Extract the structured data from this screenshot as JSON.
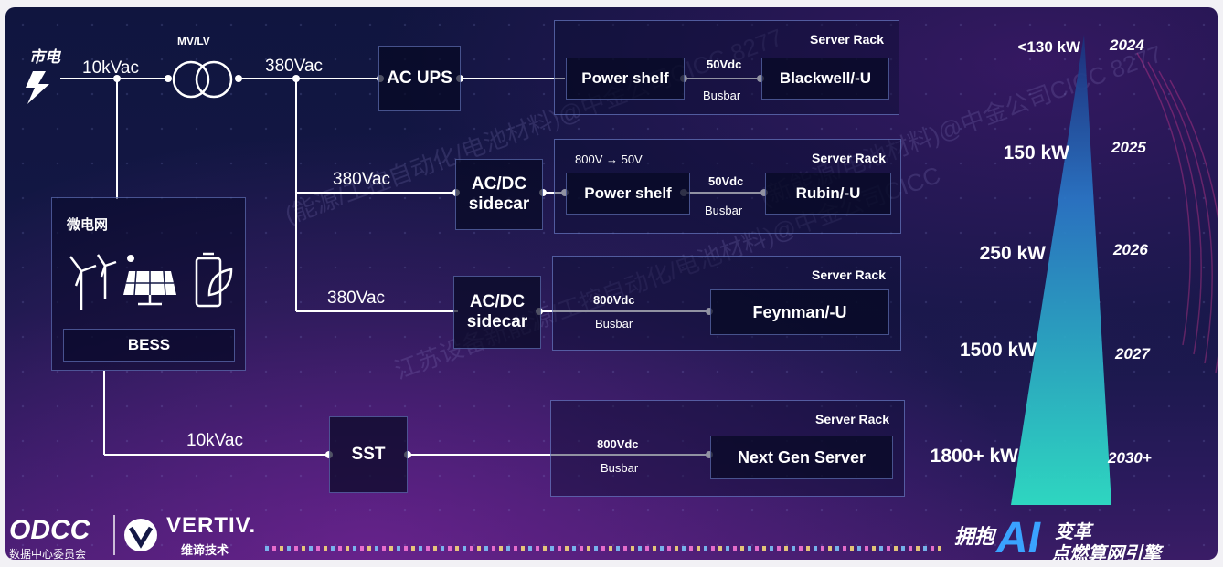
{
  "grid_label": "市电",
  "mv_lv": "MV/LV",
  "voltages": {
    "grid_10k": "10kVac",
    "main_380": "380Vac",
    "branch2_380": "380Vac",
    "branch3_380": "380Vac",
    "sst_10k": "10kVac"
  },
  "microgrid": {
    "title": "微电网",
    "bess": "BESS"
  },
  "nodes": {
    "ac_ups": "AC UPS",
    "sidecar_a_l1": "AC/DC",
    "sidecar_a_l2": "sidecar",
    "sidecar_b_l1": "AC/DC",
    "sidecar_b_l2": "sidecar",
    "sst": "SST"
  },
  "racks": [
    {
      "title": "Server Rack",
      "shelf": "Power shelf",
      "dc": "50Vdc",
      "busbar": "Busbar",
      "server": "Blackwell/-U"
    },
    {
      "title": "Server Rack",
      "note": "800V → 50V",
      "shelf": "Power shelf",
      "dc": "50Vdc",
      "busbar": "Busbar",
      "server": "Rubin/-U"
    },
    {
      "title": "Server Rack",
      "dc": "800Vdc",
      "busbar": "Busbar",
      "server": "Feynman/-U"
    },
    {
      "title": "Server Rack",
      "dc": "800Vdc",
      "busbar": "Busbar",
      "server": "Next Gen Server"
    }
  ],
  "roadmap": [
    {
      "power": "<130 kW",
      "year": "2024"
    },
    {
      "power": "150 kW",
      "year": "2025"
    },
    {
      "power": "250 kW",
      "year": "2026"
    },
    {
      "power": "1500 kW",
      "year": "2027"
    },
    {
      "power": "1800+ kW",
      "year": "2030+"
    }
  ],
  "footer": {
    "odcc": "ODCC",
    "odcc_sub": "数据中心委员会",
    "vertiv": "VERTIV.",
    "vertiv_cn": "维谛技术",
    "slogan_a": "拥抱",
    "slogan_ai": "AI",
    "slogan_b": "变革",
    "slogan_c": "点燃算网引擎"
  },
  "watermarks": [
    "(能源/工控自动化/电池材料)@中金公司CICC 8277",
    "江苏设备新能源/工控自动化/电池材料)@中金公司CICC",
    "(新能源/电池材料)@中金公司CICC 8277"
  ],
  "colors": {
    "wire": "#ffffff",
    "accent_top": "#2a78c8",
    "accent_bottom": "#2ee6c8",
    "bg": "#141846"
  }
}
